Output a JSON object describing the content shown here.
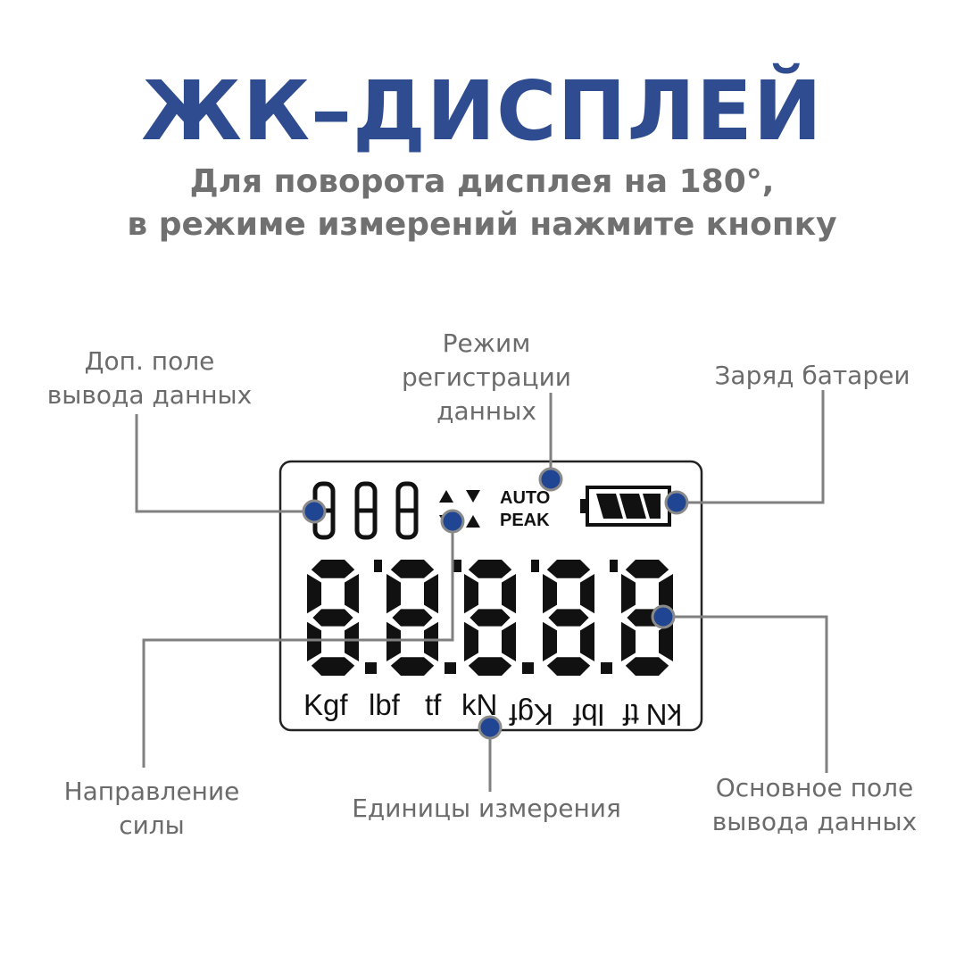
{
  "title": "ЖК–ДИСПЛЕЙ",
  "subtitle": {
    "line1": "Для поворота дисплея на 180°,",
    "line2": "в режиме измерений нажмите кнопку"
  },
  "labels": {
    "aux_field": [
      "Доп. поле",
      "вывода данных"
    ],
    "record_mode": [
      "Режим",
      "регистрации",
      "данных"
    ],
    "battery": "Заряд батареи",
    "force_direction": [
      "Направление",
      "силы"
    ],
    "units": "Единицы измерения",
    "main_field": [
      "Основное поле",
      "вывода данных"
    ]
  },
  "lcd": {
    "aux_digits": "888",
    "auto": "AUTO",
    "peak": "PEAK",
    "units_normal": [
      "Kgf",
      "lbf",
      "tf",
      "kN"
    ],
    "units_mirrored": [
      "kN",
      "tf",
      "lbf",
      "Kgf"
    ]
  },
  "colors": {
    "title": "#2e4c8f",
    "marker": "#1f4593",
    "leader": "#808080",
    "lcd_segment": "#111111"
  },
  "icons": [
    "battery-icon",
    "arrow-up-icon",
    "arrow-down-icon"
  ]
}
